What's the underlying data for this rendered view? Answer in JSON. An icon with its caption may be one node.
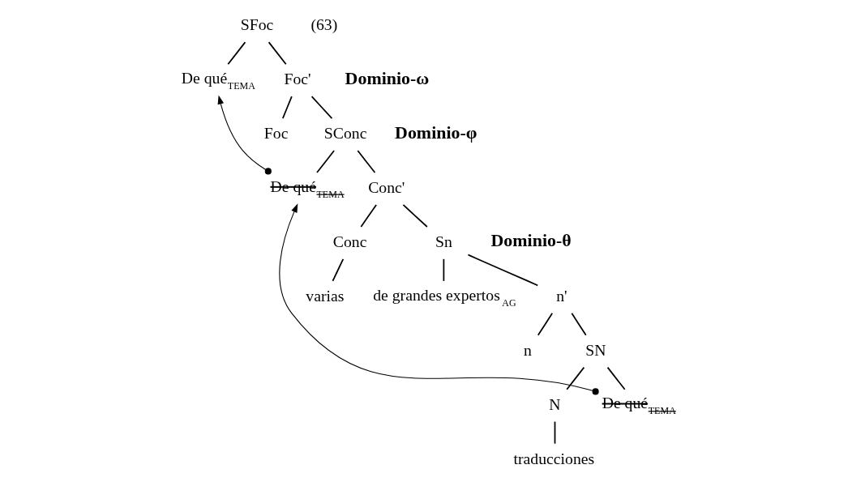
{
  "diagram": {
    "nodes": [
      {
        "text": [
          "SFoc"
        ]
      },
      {
        "text": [
          "De qué$_{TEMA}$"
        ]
      },
      {
        "text": [
          "Foc'"
        ]
      },
      {
        "text": [
          "Foc"
        ]
      },
      {
        "text": [
          "SConc"
        ]
      },
      {
        "text": [
          "De qué$_{TEMA}$"
        ]
      },
      {
        "text": [
          "Conc'"
        ]
      },
      {
        "text": [
          "Conc"
        ]
      },
      {
        "text": [
          "Sn"
        ]
      },
      {
        "text": [
          "varias"
        ]
      },
      {
        "text": [
          "de grandes expertos$_{AG}$"
        ]
      },
      {
        "text": [
          "n'"
        ]
      },
      {
        "text": [
          "n"
        ]
      },
      {
        "text": [
          "SN"
        ]
      },
      {
        "text": [
          "N"
        ]
      },
      {
        "text": [
          "De qué$_{TEMA}$"
        ]
      },
      {
        "text": [
          "traducciones"
        ]
      }
    ],
    "edges": [
      {
        "from": 0,
        "to": 1,
        "arrow": "none"
      },
      {
        "from": 0,
        "to": 2,
        "arrow": "none"
      },
      {
        "from": 2,
        "to": 3,
        "arrow": "none"
      },
      {
        "from": 2,
        "to": 4,
        "arrow": "none"
      },
      {
        "from": 4,
        "to": 5,
        "arrow": "none"
      },
      {
        "from": 4,
        "to": 6,
        "arrow": "none"
      },
      {
        "from": 6,
        "to": 7,
        "arrow": "none"
      },
      {
        "from": 6,
        "to": 8,
        "arrow": "none"
      },
      {
        "from": 7,
        "to": 9,
        "arrow": "none"
      },
      {
        "from": 8,
        "to": 10,
        "arrow": "none"
      },
      {
        "from": 8,
        "to": 11,
        "arrow": "none"
      },
      {
        "from": 11,
        "to": 12,
        "arrow": "none"
      },
      {
        "from": 11,
        "to": 13,
        "arrow": "none"
      },
      {
        "from": 13,
        "to": 14,
        "arrow": "none"
      },
      {
        "from": 13,
        "to": 15,
        "arrow": "none"
      },
      {
        "from": 14,
        "to": 16,
        "arrow": "none"
      },
      {
        "from": 5,
        "to": 1,
        "arrow": "to"
      },
      {
        "from": 15,
        "to": 5,
        "arrow": "to"
      }
    ],
    "labels": [
      "(63)",
      "Dominio-ω",
      "Dominio-φ",
      "Dominio-θ"
    ]
  }
}
